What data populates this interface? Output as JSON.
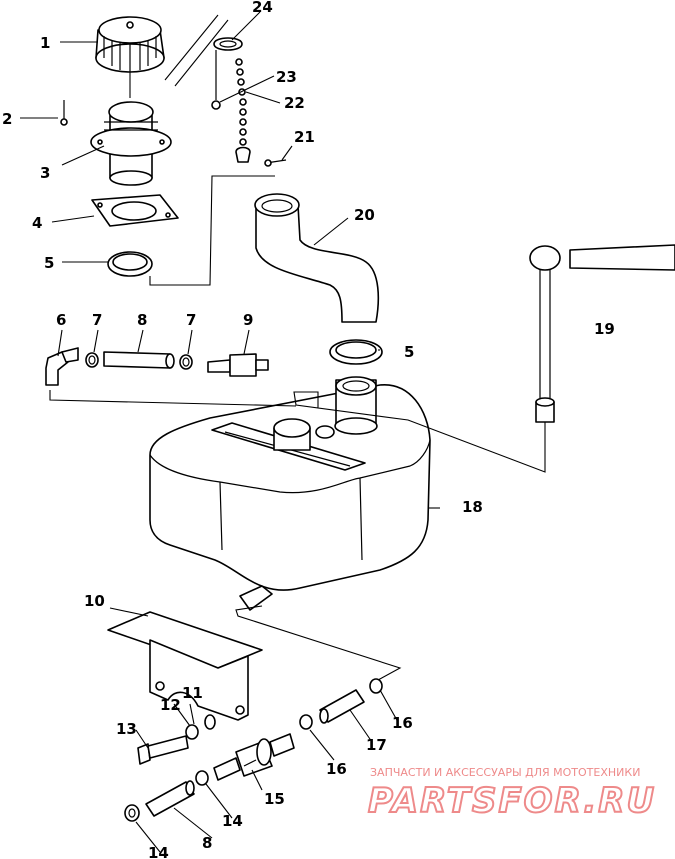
{
  "diagram": {
    "callouts": [
      {
        "id": "c1",
        "label": "1"
      },
      {
        "id": "c2",
        "label": "2"
      },
      {
        "id": "c3",
        "label": "3"
      },
      {
        "id": "c4",
        "label": "4"
      },
      {
        "id": "c5a",
        "label": "5"
      },
      {
        "id": "c5b",
        "label": "5"
      },
      {
        "id": "c6",
        "label": "6"
      },
      {
        "id": "c7a",
        "label": "7"
      },
      {
        "id": "c7b",
        "label": "7"
      },
      {
        "id": "c8a",
        "label": "8"
      },
      {
        "id": "c8b",
        "label": "8"
      },
      {
        "id": "c9",
        "label": "9"
      },
      {
        "id": "c10",
        "label": "10"
      },
      {
        "id": "c11",
        "label": "11"
      },
      {
        "id": "c12",
        "label": "12"
      },
      {
        "id": "c13",
        "label": "13"
      },
      {
        "id": "c14a",
        "label": "14"
      },
      {
        "id": "c14b",
        "label": "14"
      },
      {
        "id": "c15",
        "label": "15"
      },
      {
        "id": "c16a",
        "label": "16"
      },
      {
        "id": "c16b",
        "label": "16"
      },
      {
        "id": "c17",
        "label": "17"
      },
      {
        "id": "c18",
        "label": "18"
      },
      {
        "id": "c19",
        "label": "19"
      },
      {
        "id": "c20",
        "label": "20"
      },
      {
        "id": "c21",
        "label": "21"
      },
      {
        "id": "c22",
        "label": "22"
      },
      {
        "id": "c23",
        "label": "23"
      },
      {
        "id": "c24",
        "label": "24"
      }
    ]
  },
  "watermark": {
    "text": "ЗАПЧАСТИ И АКСЕССУАРЫ ДЛЯ МОТОТЕХНИКИ",
    "logo": "PARTSFOR.RU"
  }
}
